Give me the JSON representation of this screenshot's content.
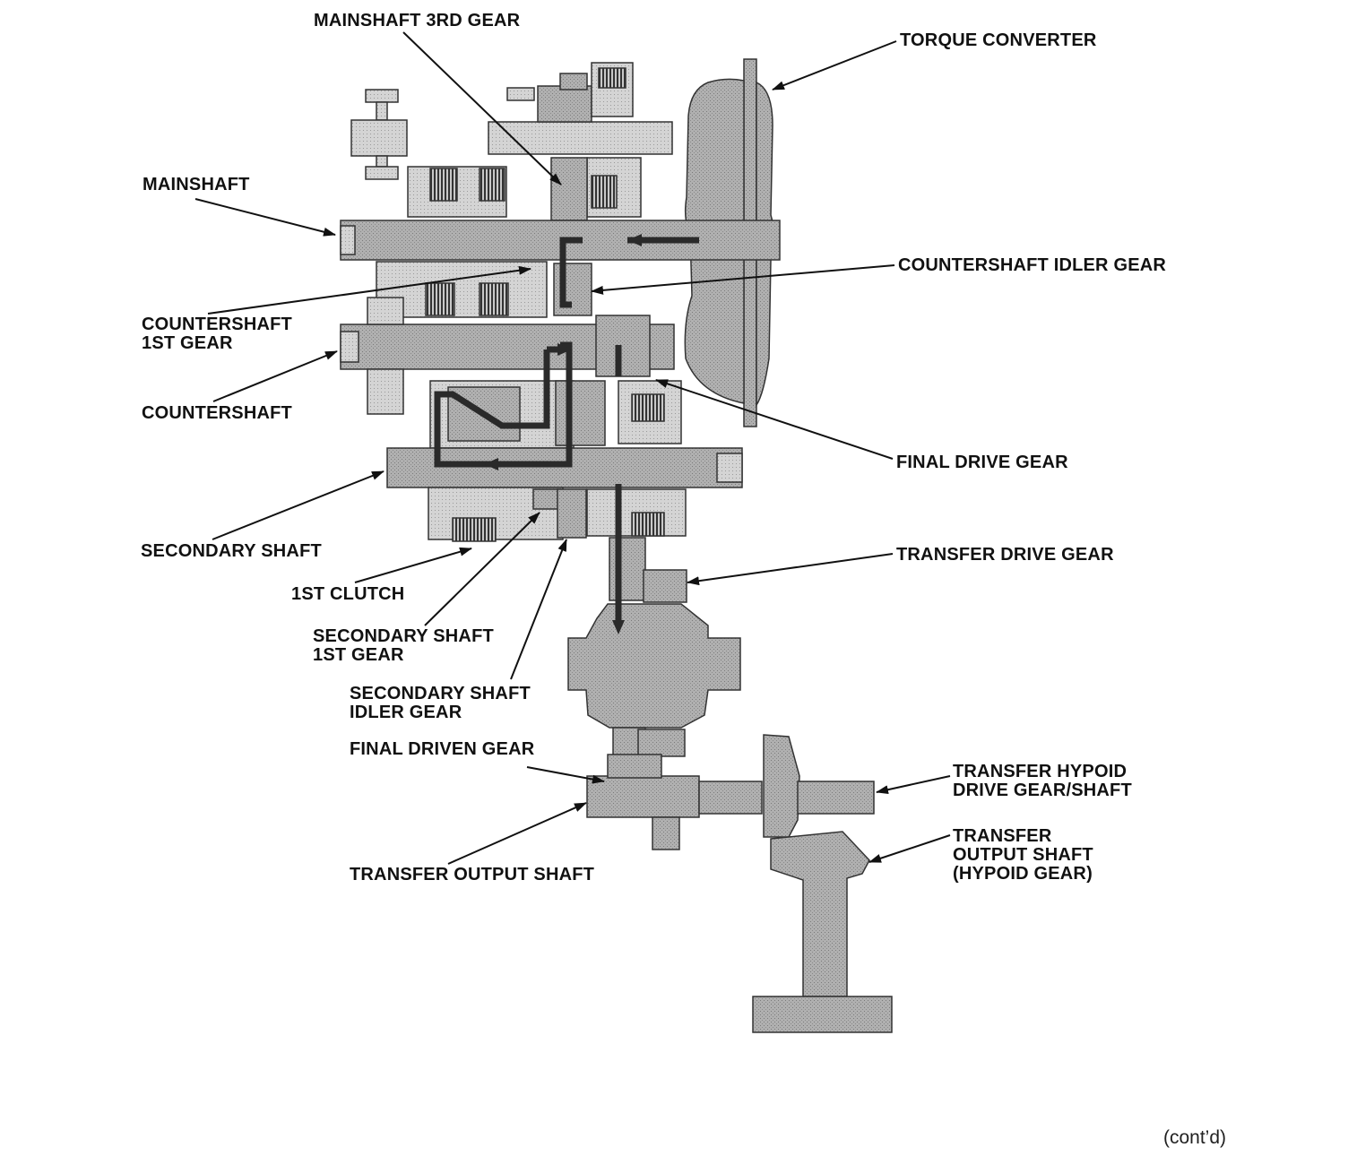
{
  "labels": {
    "mainshaft_3rd_gear": [
      "MAINSHAFT 3RD GEAR"
    ],
    "torque_converter": [
      "TORQUE CONVERTER"
    ],
    "mainshaft": [
      "MAINSHAFT"
    ],
    "countershaft_idler_gear": [
      "COUNTERSHAFT IDLER GEAR"
    ],
    "countershaft_1st_gear": [
      "COUNTERSHAFT",
      "1ST GEAR"
    ],
    "countershaft": [
      "COUNTERSHAFT"
    ],
    "final_drive_gear": [
      "FINAL DRIVE GEAR"
    ],
    "secondary_shaft": [
      "SECONDARY SHAFT"
    ],
    "transfer_drive_gear": [
      "TRANSFER DRIVE GEAR"
    ],
    "first_clutch": [
      "1ST CLUTCH"
    ],
    "secondary_shaft_1st_gear": [
      "SECONDARY SHAFT",
      "1ST GEAR"
    ],
    "secondary_shaft_idler_gear": [
      "SECONDARY SHAFT",
      "IDLER GEAR"
    ],
    "final_driven_gear": [
      "FINAL DRIVEN GEAR"
    ],
    "transfer_hypoid_drive_gear_shaft": [
      "TRANSFER HYPOID",
      "DRIVE GEAR/SHAFT"
    ],
    "transfer_output_shaft_hypoid": [
      "TRANSFER",
      "OUTPUT SHAFT",
      "(HYPOID GEAR)"
    ],
    "transfer_output_shaft": [
      "TRANSFER OUTPUT SHAFT"
    ]
  },
  "contd": "(cont’d)",
  "colors": {
    "part_fill": "#a9a9a9",
    "part_stroke": "#333333",
    "power_flow": "#2a2a2a",
    "leader": "#111111"
  }
}
